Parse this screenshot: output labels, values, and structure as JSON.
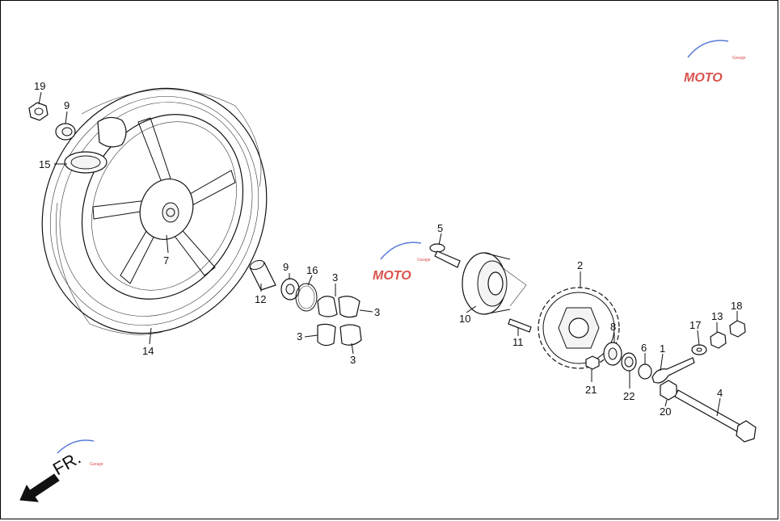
{
  "labels": {
    "p1": "1",
    "p2": "2",
    "p3a": "3",
    "p3b": "3",
    "p3c": "3",
    "p3d": "3",
    "p4": "4",
    "p5": "5",
    "p7": "7",
    "p8": "8",
    "p9a": "9",
    "p9b": "9",
    "p10": "10",
    "p11": "11",
    "p12": "12",
    "p13": "13",
    "p14": "14",
    "p15": "15",
    "p16": "16",
    "p17": "17",
    "p18": "18",
    "p19": "19",
    "p20": "20",
    "p21": "21",
    "p22": "22",
    "p6": "6"
  },
  "direction": {
    "text": "FR."
  },
  "watermark": {
    "text": "MOTO",
    "sub": "Garage"
  },
  "colors": {
    "line": "#111111",
    "watermark": "#d9534f",
    "watermark_accent": "#5a7bd8"
  }
}
